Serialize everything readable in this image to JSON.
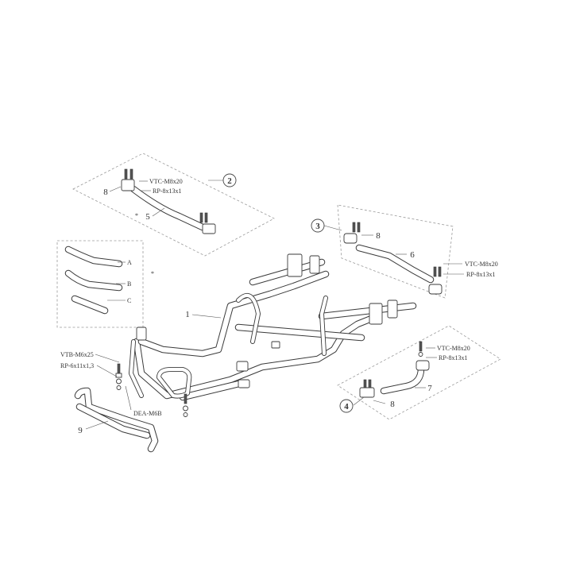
{
  "callouts": {
    "c1": "1",
    "c2": "2",
    "c3": "3",
    "c4": "4",
    "c5": "5",
    "c6": "6",
    "c7": "7",
    "c8a": "8",
    "c8b": "8",
    "c8c": "8",
    "c9": "9"
  },
  "labels": {
    "g2_vtc": "VTC-M8x20",
    "g2_rp": "RP-8x13x1",
    "g3_vtc": "VTC-M8x20",
    "g3_rp": "RP-8x13x1",
    "g4_vtc": "VTC-M8x20",
    "g4_rp": "RP-8x13x1",
    "vtb": "VTB-M6x25",
    "rp6": "RP-6x11x1,3",
    "dea": "DEA-M6B"
  },
  "variants": {
    "a": "A",
    "b": "B",
    "c": "C"
  },
  "asterisks": {
    "s1": "*",
    "s2": "*"
  }
}
